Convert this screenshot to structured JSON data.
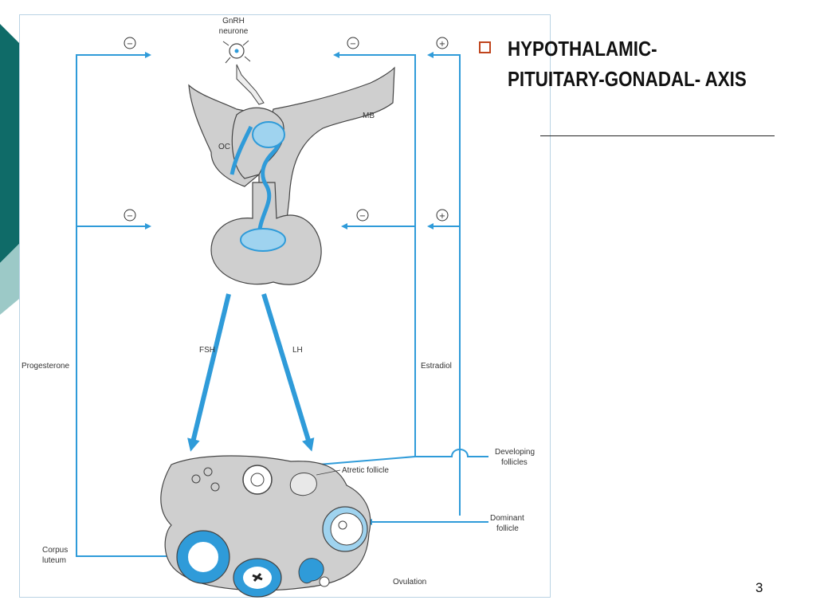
{
  "slide": {
    "title_line1": "HYPOTHALAMIC-",
    "title_line2": "PITUITARY-GONADAL- AXIS",
    "page_number": "3"
  },
  "diagram": {
    "labels": {
      "gnrh_line1": "GnRH",
      "gnrh_line2": "neurone",
      "oc": "OC",
      "mb": "MB",
      "fsh": "FSH",
      "lh": "LH",
      "progesterone": "Progesterone",
      "estradiol": "Estradiol",
      "developing_line1": "Developing",
      "developing_line2": "follicles",
      "atretic": "Atretic follicle",
      "dominant_line1": "Dominant",
      "dominant_line2": "follicle",
      "corpus_line1": "Corpus",
      "corpus_line2": "luteum",
      "ovulation": "Ovulation"
    },
    "signs": {
      "minus": "−",
      "plus": "+"
    },
    "colors": {
      "arrow_blue": "#2f9bd9",
      "light_blue": "#9fd3ef",
      "tissue_gray": "#cfcfcf",
      "outline": "#444444",
      "accent_teal": "#0f6b68",
      "accent_light": "#9cc9c7"
    }
  }
}
